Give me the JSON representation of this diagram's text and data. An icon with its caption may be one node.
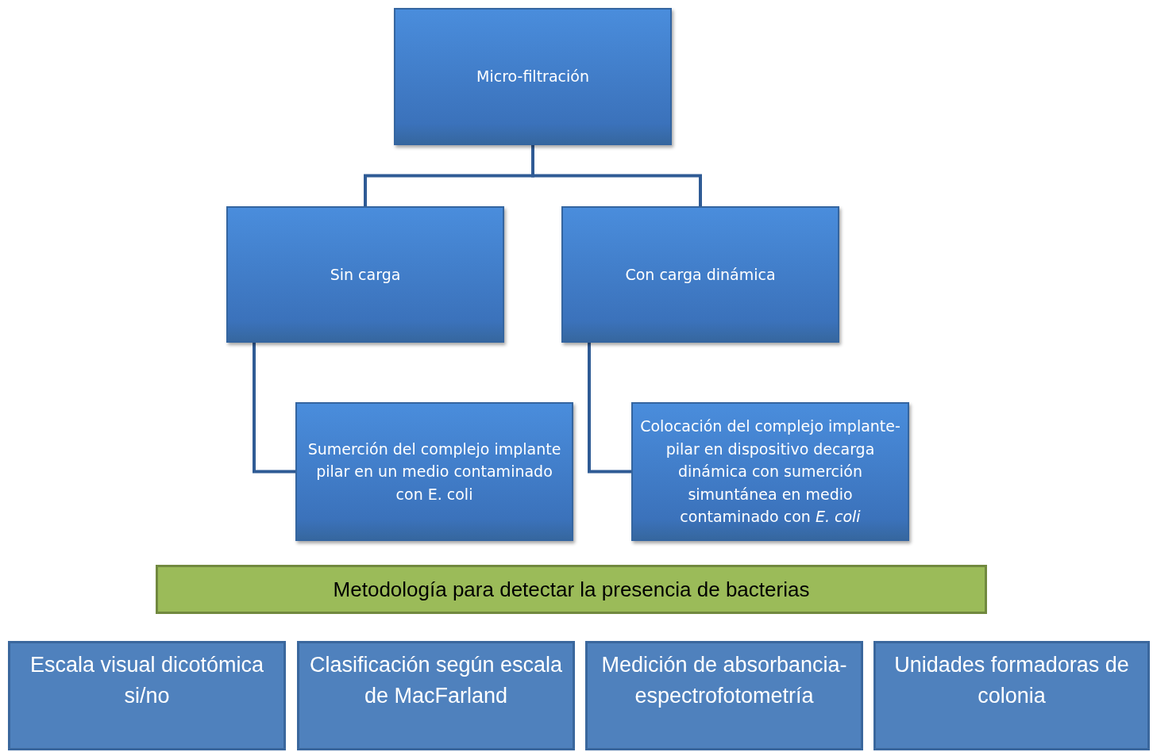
{
  "diagram": {
    "nodes": [
      {
        "text": [
          "Micro-filtración"
        ]
      },
      {
        "text": [
          "Sin carga"
        ]
      },
      {
        "text": [
          "Con carga dinámica"
        ]
      },
      {
        "text": [
          "Sumerción del complejo implante pilar en un medio contaminado con E. coli"
        ]
      },
      {
        "text": [
          "Colocación del complejo implante-pilar en dispositivo decarga dinámica con sumerción simuntánea en medio contaminado con *E. coli*"
        ]
      },
      {
        "text": [
          "Metodología para detectar la presencia de bacterias"
        ]
      },
      {
        "text": [
          "Escala visual dicotómica si/no"
        ]
      },
      {
        "text": [
          "Clasificación según escala de MacFarland"
        ]
      },
      {
        "text": [
          "Medición de absorbancia-espectrofotometría"
        ]
      },
      {
        "text": [
          "Unidades formadoras de colonia"
        ]
      }
    ],
    "edges": [
      {
        "from": 0,
        "to": 1,
        "arrow": "none"
      },
      {
        "from": 0,
        "to": 2,
        "arrow": "none"
      },
      {
        "from": 1,
        "to": 3,
        "arrow": "none"
      },
      {
        "from": 2,
        "to": 4,
        "arrow": "none"
      }
    ]
  }
}
